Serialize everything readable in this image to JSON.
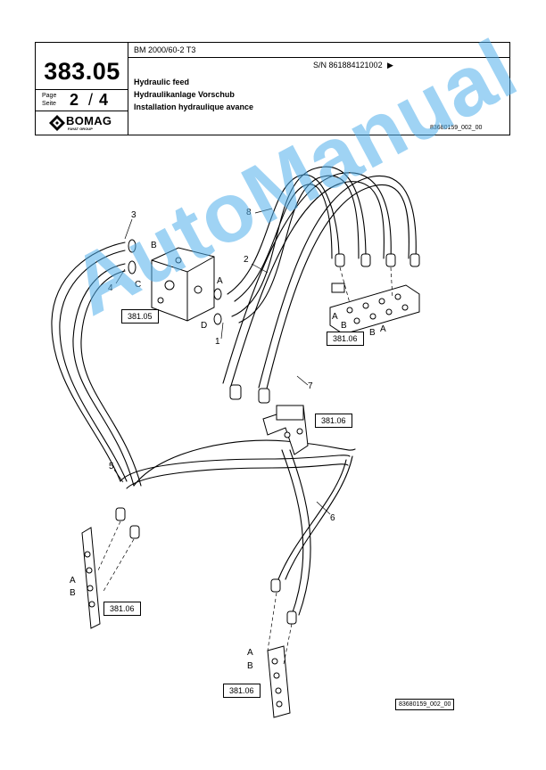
{
  "header": {
    "model": "BM 2000/60-2 T3",
    "serial": "S/N 861884121002",
    "serial_arrow": "▶",
    "doc_number": "383.05",
    "page_label_line1": "Page",
    "page_label_line2": "Seite",
    "page_current": "2",
    "page_separator": "/",
    "page_total": "4",
    "brand": "BOMAG",
    "brand_group": "FAYAT GROUP",
    "title_en": "Hydraulic feed",
    "title_de": "Hydraulikanlage Vorschub",
    "title_fr": "Installation hydraulique avance",
    "drawing_ref": "83680159_002_00"
  },
  "drawing": {
    "callouts": [
      "1",
      "2",
      "3",
      "4",
      "5",
      "6",
      "7",
      "8"
    ],
    "port_letters": [
      "A",
      "B",
      "C",
      "D"
    ],
    "ref_boxes": [
      "381.05",
      "381.06",
      "381.06",
      "381.06",
      "381.06"
    ],
    "bottom_ref": "83680159_002_00"
  },
  "watermark": "AutoManual"
}
